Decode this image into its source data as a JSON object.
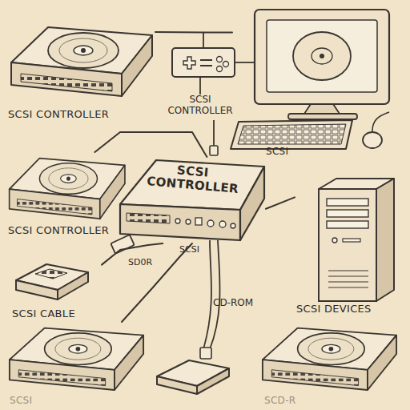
{
  "diagram": {
    "nodes": [
      {
        "text": [
          "SCSI CONTROLLER"
        ]
      },
      {
        "text": [
          "SCSI"
        ]
      },
      {
        "text": [
          "SCSI CONTROLLER"
        ]
      },
      {
        "text": [
          "SCSI CONTROLLER"
        ]
      },
      {
        "text": [
          "SCSI DEVICES"
        ]
      },
      {
        "text": [
          "SCSI CABLE"
        ]
      },
      {
        "text": [
          "SCSI"
        ]
      },
      {
        "text": [
          "SCD-R"
        ]
      }
    ],
    "edges": [
      {
        "from": 0,
        "to": 1,
        "arrow": "none"
      },
      {
        "from": 3,
        "to": 2,
        "arrow": "none"
      },
      {
        "from": 2,
        "to": 4,
        "arrow": "none"
      },
      {
        "from": 5,
        "to": 2,
        "arrow": "none"
      },
      {
        "from": 6,
        "to": 2,
        "arrow": "none"
      }
    ],
    "labels": [
      "SCSI CONTROLLER",
      "SD0R",
      "SCSI",
      "CD-ROM"
    ]
  }
}
